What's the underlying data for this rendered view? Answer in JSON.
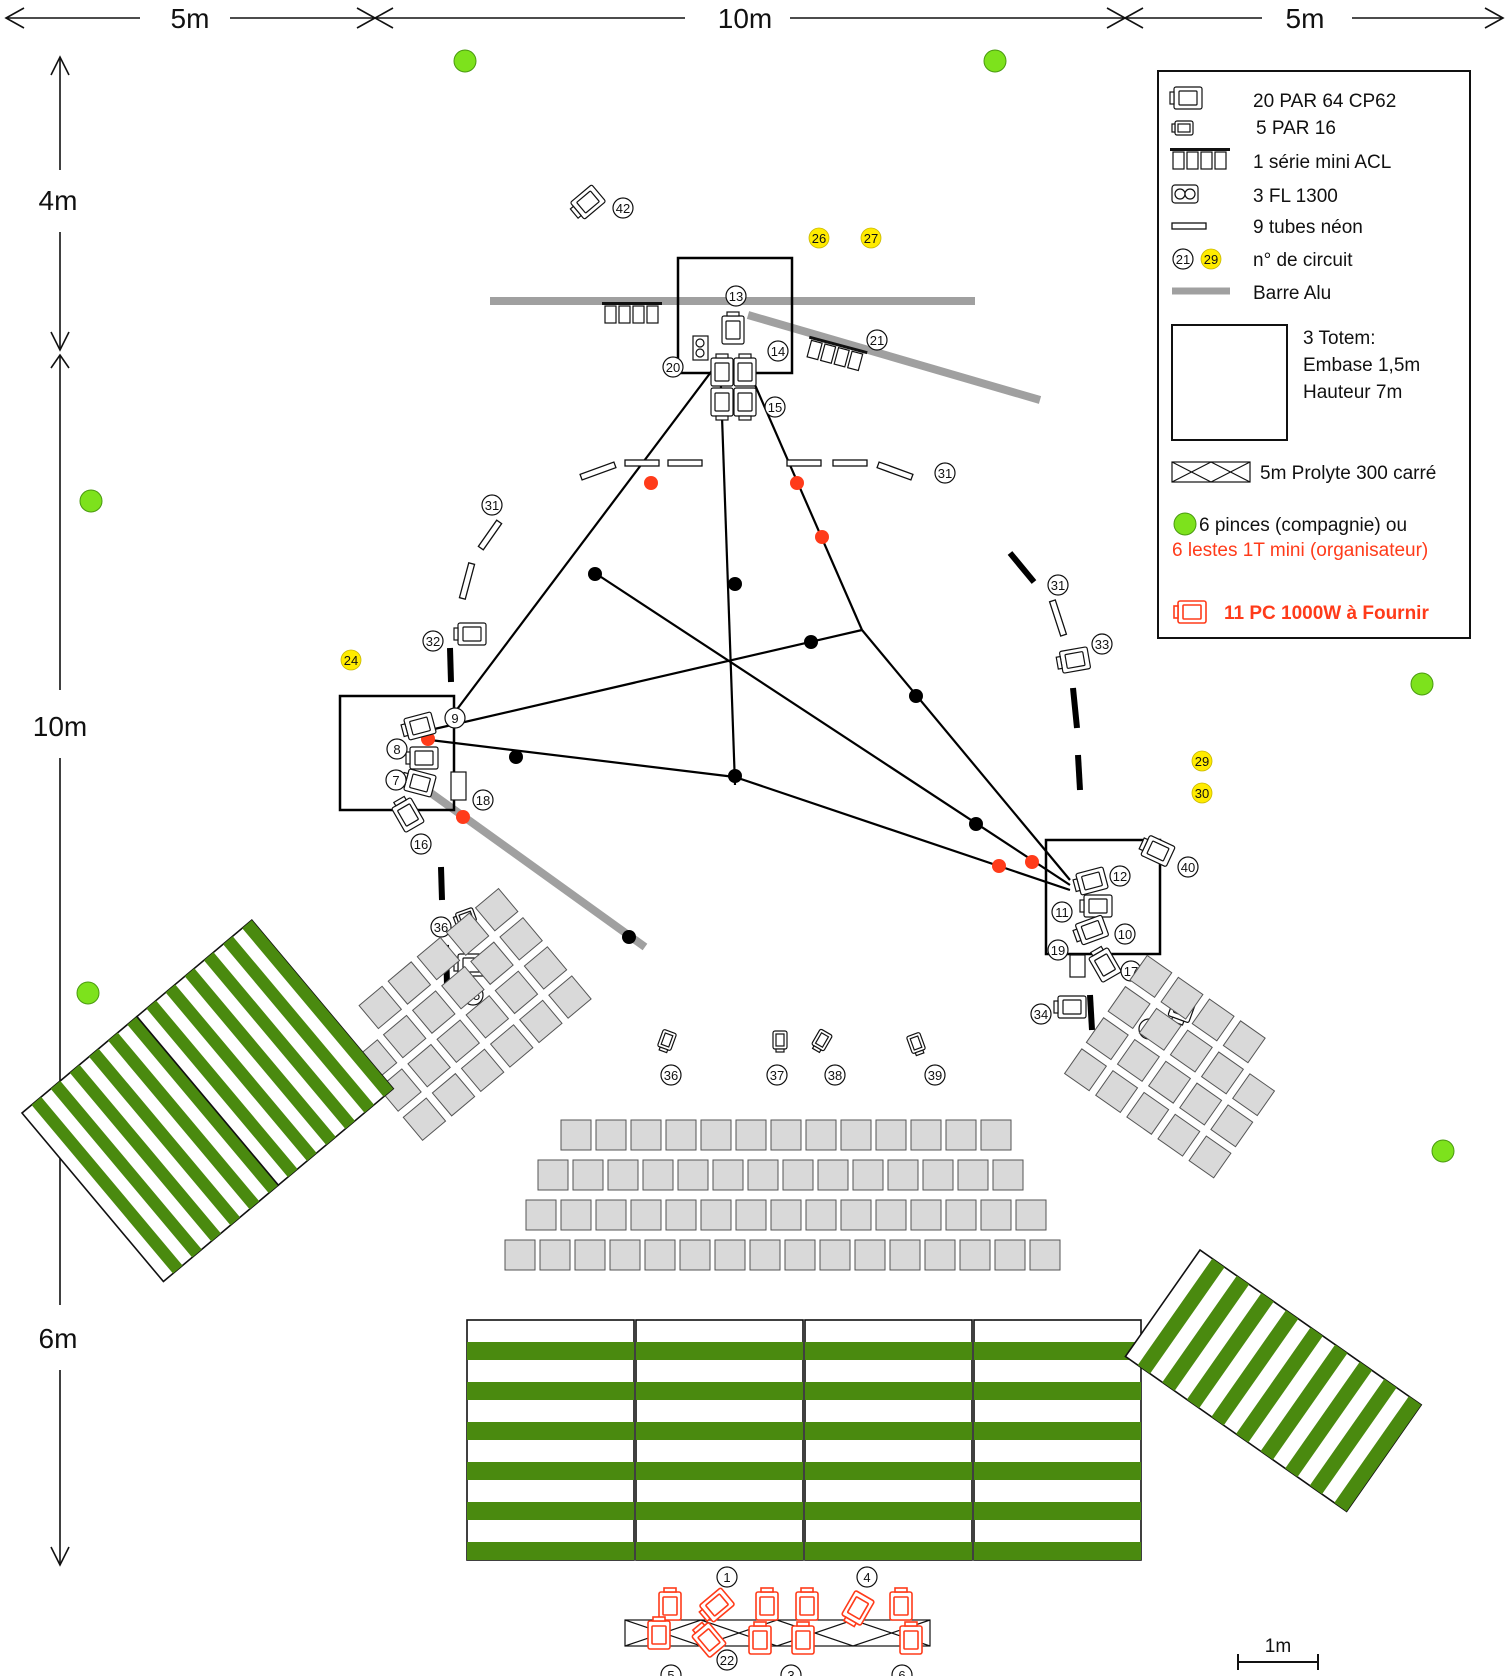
{
  "dimensions": {
    "top": [
      "5m",
      "10m",
      "5m"
    ],
    "left": [
      "4m",
      "10m",
      "6m"
    ],
    "scale": "1m"
  },
  "legend": {
    "par64": "20 PAR 64 CP62",
    "par16": "5 PAR 16",
    "acl": "1 série mini ACL",
    "fl": "3 FL 1300",
    "neon": "9 tubes néon",
    "circuit_sample_black": "21",
    "circuit_sample_yellow": "29",
    "circuit": "n° de circuit",
    "alu": "Barre Alu",
    "totem_1": "3 Totem:",
    "totem_2": "Embase 1,5m",
    "totem_3": "Hauteur 7m",
    "prolyte": "5m Prolyte 300 carré",
    "pinces": "6 pinces (compagnie) ou",
    "lestes": "6 lestes 1T mini (organisateur)",
    "pc": "11 PC 1000W à Fournir"
  },
  "circuits": {
    "c1": "1",
    "c3": "3",
    "c4": "4",
    "c5": "5",
    "c6": "6",
    "c7": "7",
    "c8": "8",
    "c9": "9",
    "c10": "10",
    "c11": "11",
    "c12": "12",
    "c13": "13",
    "c14": "14",
    "c15": "15",
    "c16": "16",
    "c17": "17",
    "c18": "18",
    "c19": "19",
    "c20": "20",
    "c21": "21",
    "c22": "22",
    "c31a": "31",
    "c31b": "31",
    "c31c": "31",
    "c32": "32",
    "c33": "33",
    "c34": "34",
    "c35": "35",
    "c36a": "36",
    "c36b": "36",
    "c37": "37",
    "c38": "38",
    "c39": "39",
    "c40": "40",
    "c41": "41",
    "c42": "42",
    "y24": "24",
    "y26": "26",
    "y27": "27",
    "y29": "29",
    "y30": "30"
  },
  "colors": {
    "pince": "#7de21c",
    "leste": "#ff3b1a",
    "circuit_yellow": "#ffeb00",
    "bench_green": "#4a8a0f",
    "seat_grey": "#d9d9d9",
    "alu_grey": "#a0a0a0"
  }
}
